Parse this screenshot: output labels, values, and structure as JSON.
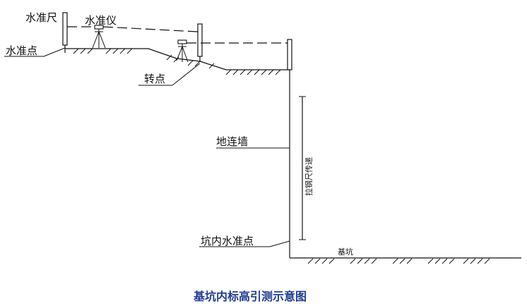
{
  "labels": {
    "staff_top": "水准尺",
    "level_instrument": "水准仪",
    "benchmark": "水准点",
    "turning_point": "转点",
    "diaphragm_wall": "地连墙",
    "tape_transfer": "拉钢尺传递",
    "pit_benchmark": "坑内水准点",
    "pit": "基坑"
  },
  "caption": "基坑内标高引测示意图",
  "colors": {
    "line": "#111111",
    "caption": "#1f3c93"
  }
}
